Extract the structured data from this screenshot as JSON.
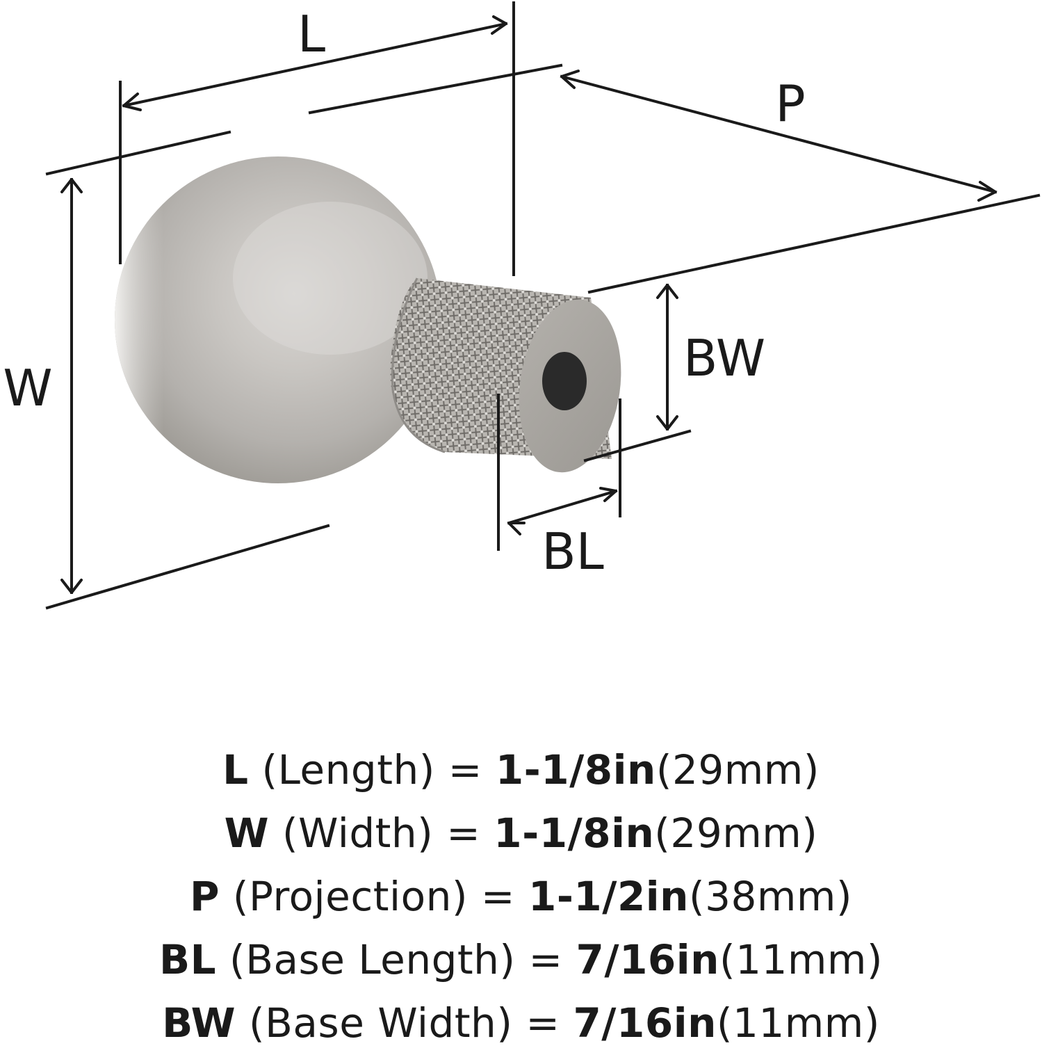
{
  "diagram": {
    "labels": {
      "L": "L",
      "W": "W",
      "P": "P",
      "BL": "BL",
      "BW": "BW"
    },
    "colors": {
      "line": "#1a1a1a",
      "metal_light": "#e6e4e1",
      "metal_mid": "#bdbab6",
      "metal_dark": "#8f8c88",
      "face": "#aaa7a3",
      "hole": "#2a2a2a"
    }
  },
  "specs": [
    {
      "code": "L",
      "name": " (Length) ",
      "eq": "= ",
      "imperial": "1-1/8in",
      "metric": "(29mm)"
    },
    {
      "code": "W",
      "name": " (Width) ",
      "eq": "= ",
      "imperial": "1-1/8in",
      "metric": "(29mm)"
    },
    {
      "code": "P",
      "name": " (Projection) ",
      "eq": "= ",
      "imperial": "1-1/2in",
      "metric": "(38mm)"
    },
    {
      "code": "BL",
      "name": " (Base Length) ",
      "eq": "= ",
      "imperial": "7/16in",
      "metric": "(11mm)"
    },
    {
      "code": "BW",
      "name": " (Base Width) ",
      "eq": "= ",
      "imperial": "7/16in",
      "metric": "(11mm)"
    }
  ]
}
